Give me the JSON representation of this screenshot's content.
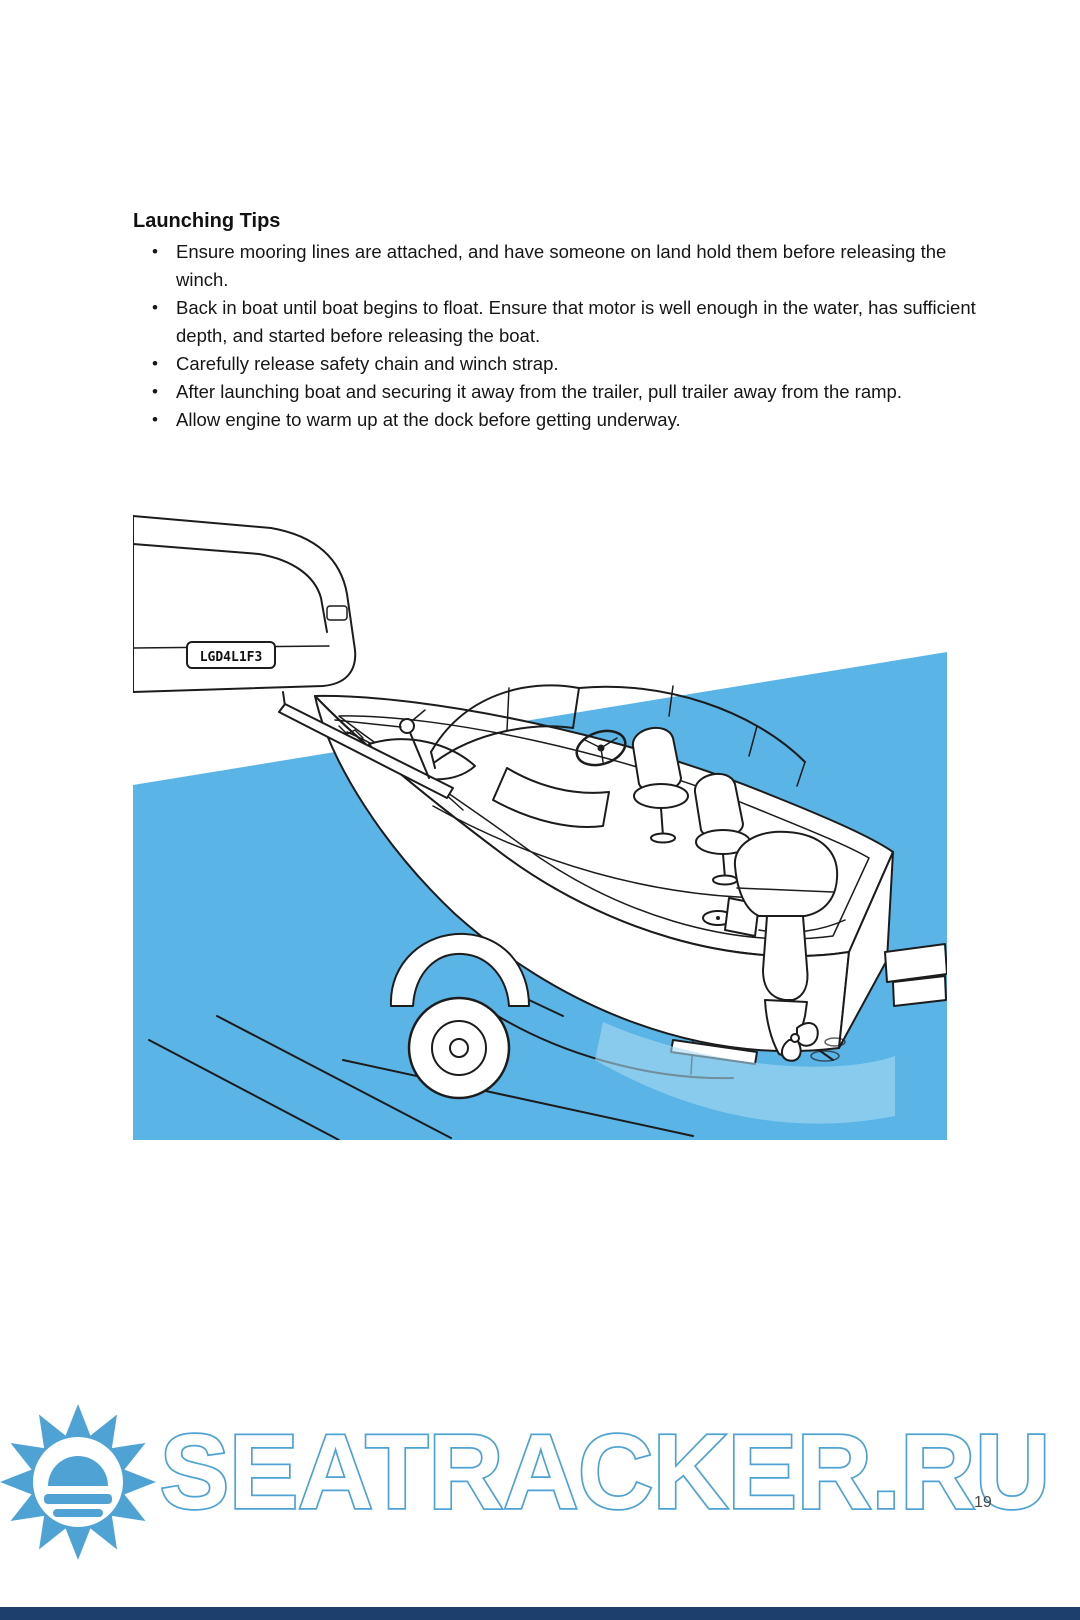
{
  "document": {
    "heading": "Launching Tips",
    "bullets": [
      "Ensure mooring lines are attached, and have someone on land hold them before releasing the winch.",
      "Back in boat until boat begins to float.  Ensure that motor is well enough in the water, has sufficient depth, and started before releasing the boat.",
      "Carefully release safety chain and winch strap.",
      "After launching boat and securing it away from the trailer, pull trailer away from the ramp.",
      "Allow engine to warm up at the dock before getting underway."
    ],
    "page_number": "19"
  },
  "illustration": {
    "license_plate": "LGD4L1F3",
    "water_color": "#5ab4e6",
    "water_foreground_color": "#a8daf2"
  },
  "watermark": {
    "text": "SEATRACKER.RU",
    "color": "#4fa3d4"
  }
}
